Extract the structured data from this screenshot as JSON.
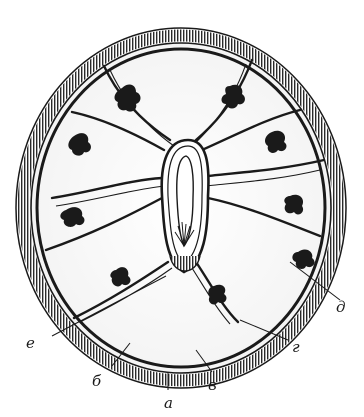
{
  "figure": {
    "labels": {
      "a": "а",
      "b": "б",
      "v": "в",
      "g": "г",
      "d": "д",
      "e": "е"
    }
  },
  "colors": {
    "ink": "#1a1a1a",
    "paper": "#ffffff"
  }
}
